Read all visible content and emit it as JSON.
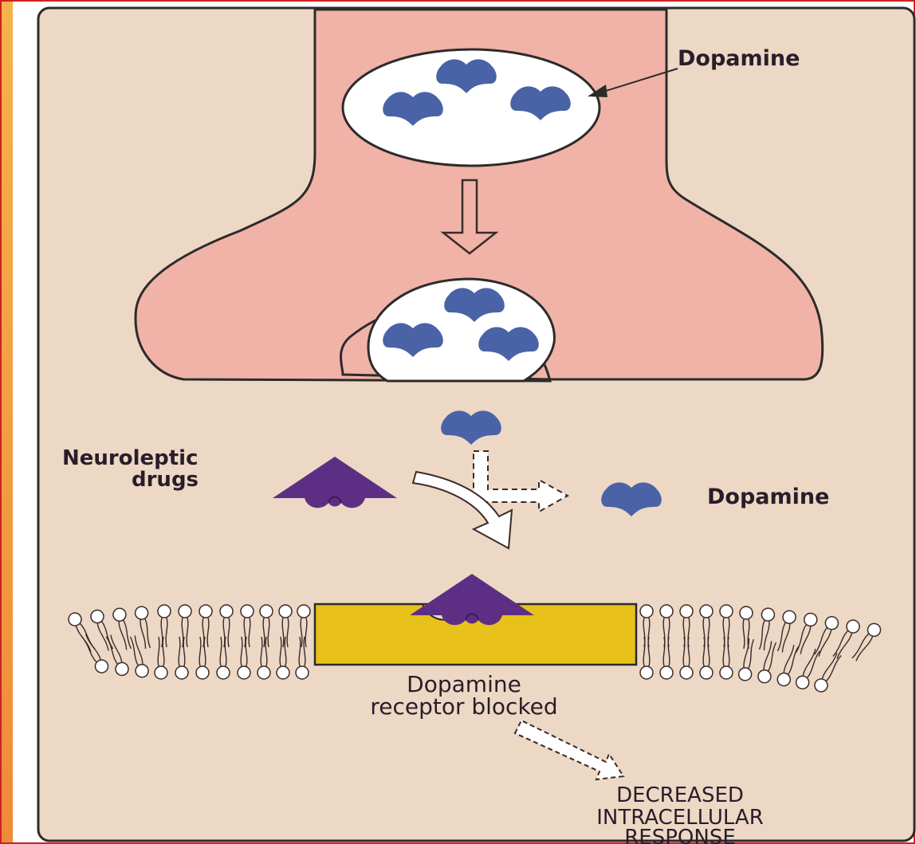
{
  "labels": {
    "dopamine_top": "Dopamine",
    "neuroleptic_line1": "Neuroleptic",
    "neuroleptic_line2": "drugs",
    "dopamine_right": "Dopamine",
    "receptor_line1": "Dopamine",
    "receptor_line2": "receptor blocked",
    "response_line1": "DECREASED",
    "response_line2": "INTRACELLULAR",
    "response_line3": "RESPONSE"
  },
  "colors": {
    "outer_frame": "#cc2222",
    "left_strip": "#f4a446",
    "panel_bg": "#ecd8c4",
    "neuron": "#f1b3a7",
    "vesicle": "#ffffff",
    "dopamine": "#4a62a6",
    "neuroleptic": "#5d2f84",
    "receptor": "#e8c21a",
    "text": "#2a1d2a"
  },
  "icons": [
    "dopamine-molecule-icon",
    "neuroleptic-drug-icon",
    "arrow-icon",
    "phospholipid-icon"
  ]
}
